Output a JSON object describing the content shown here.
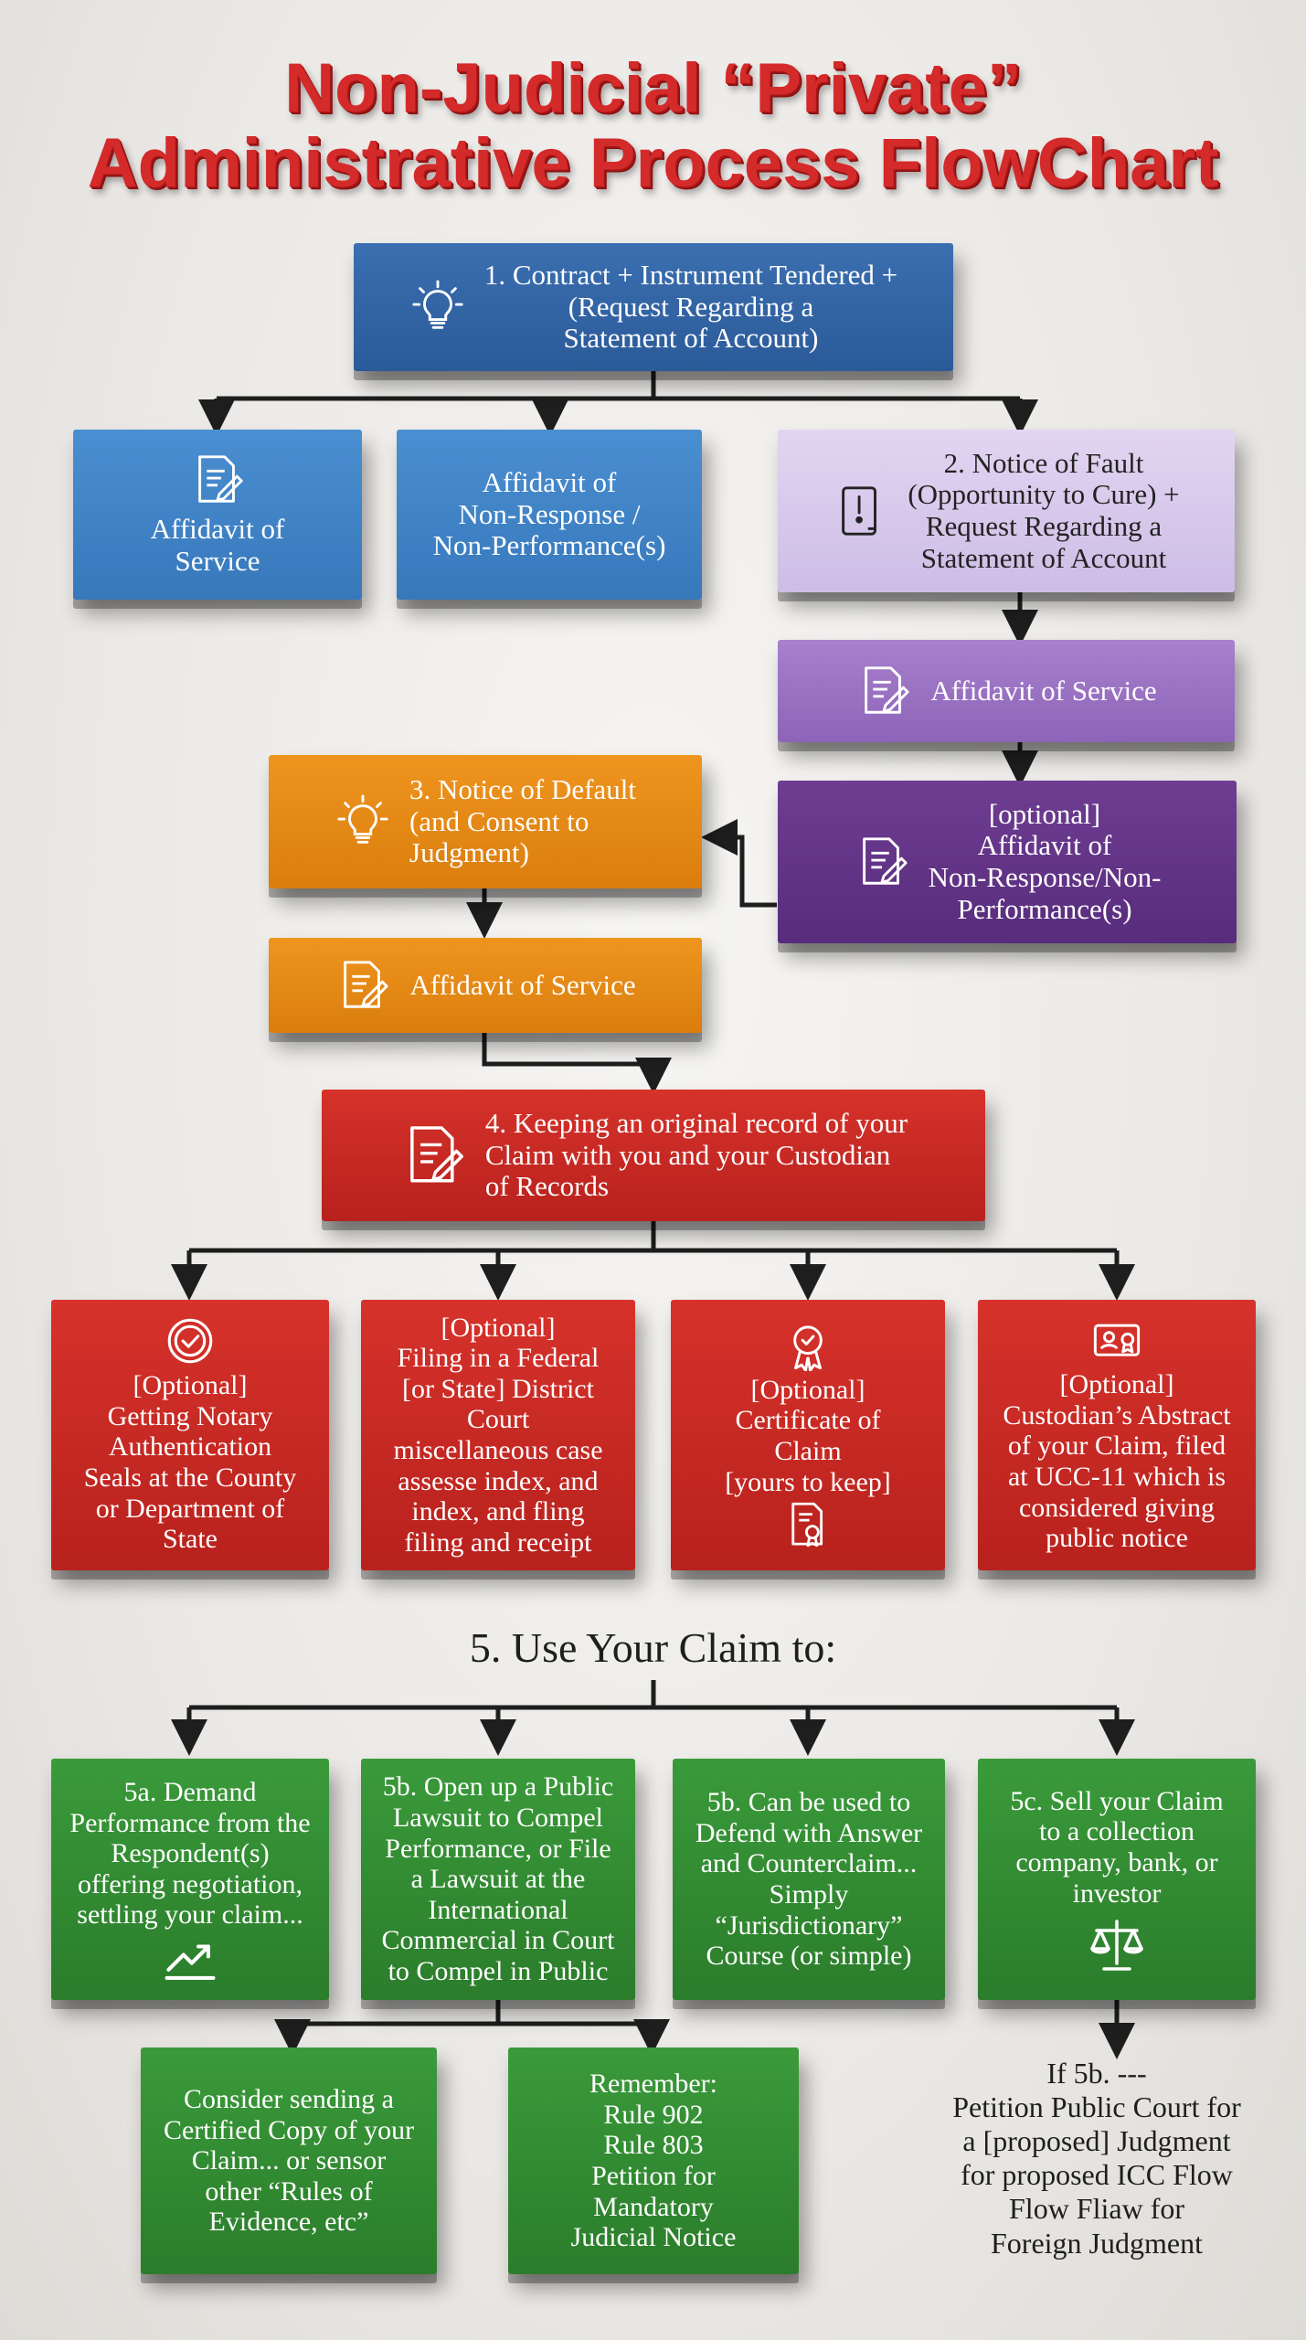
{
  "title": {
    "line1": "Non-Judicial “Private”",
    "line2": "Administrative Process FlowChart"
  },
  "colors": {
    "title_red": "#d42a2a",
    "step1_blue": "#3778bb",
    "step2_lavender": "#cdbde6",
    "affidavit_purple": "#8d64b8",
    "optional_purple": "#582c7c",
    "step3_orange": "#da7d0e",
    "step4_red": "#b8211d",
    "step5_green": "#2b7d2b",
    "connector": "#1e1e1e"
  },
  "step1": {
    "text": "1. Contract + Instrument Tendered +\n(Request Regarding a\nStatement of Account)",
    "icon": "lightbulb-icon"
  },
  "step1_branches": {
    "affidavit_service": {
      "text": "Affidavit of\nService",
      "icon": "document-pen-icon"
    },
    "affidavit_nonresponse": {
      "text": "Affidavit of\nNon-Response /\nNon-Performance(s)"
    }
  },
  "step2": {
    "text": "2. Notice of Fault\n(Opportunity to Cure) +\nRequest Regarding a\nStatement of Account",
    "icon": "alert-document-icon"
  },
  "step2_affidavit_service": {
    "text": "Affidavit of Service",
    "icon": "document-pen-icon"
  },
  "step2_optional": {
    "text": "[optional]\nAffidavit of\nNon-Response/Non-\nPerformance(s)",
    "icon": "document-pen-icon"
  },
  "step3": {
    "text": "3. Notice of Default\n(and Consent to\nJudgment)",
    "icon": "lightbulb-icon"
  },
  "step3_affidavit_service": {
    "text": "Affidavit of Service",
    "icon": "document-pen-icon"
  },
  "step4": {
    "text": "4. Keeping an original record of your\nClaim with you and your Custodian\nof Records",
    "icon": "document-pen-icon"
  },
  "step4_options": [
    {
      "text": "[Optional]\nGetting Notary\nAuthentication\nSeals at the County\nor Department of\nState",
      "icon": "seal-check-icon"
    },
    {
      "text": "[Optional]\nFiling in a Federal\n[or State] District\nCourt\nmiscellaneous case\nassesse index, and\nindex, and fling\nfiling and receipt"
    },
    {
      "text": "[Optional]\nCertificate of\nClaim\n[yours to keep]",
      "icon": "award-ribbon-icon",
      "icon2": "certificate-icon"
    },
    {
      "text": "[Optional]\nCustodian’s Abstract\nof your Claim, filed\nat UCC-11 which is\nconsidered giving\npublic notice",
      "icon": "id-card-icon"
    }
  ],
  "step5": {
    "label": "5. Use Your Claim to:",
    "options": [
      {
        "text": "5a. Demand\nPerformance from the\nRespondent(s)\noffering negotiation,\nsettling your claim...",
        "icon": "trend-up-icon"
      },
      {
        "text": "5b. Open up a Public\nLawsuit to Compel\nPerformance, or File\na Lawsuit at the\nInternational\nCommercial in Court\nto Compel in Public"
      },
      {
        "text": "5b. Can be used to\nDefend with Answer\nand Counterclaim...\nSimply\n“Jurisdictionary”\nCourse (or simple)"
      },
      {
        "text": "5c. Sell your Claim\nto a collection\ncompany, bank, or\ninvestor",
        "icon": "scales-icon"
      }
    ],
    "sub_options": [
      {
        "text": "Consider sending a\nCertified Copy of your\nClaim... or sensor\nother “Rules of\nEvidence, etc”"
      },
      {
        "text": "Remember:\nRule 902\nRule 803\nPetition for\nMandatory\nJudicial Notice"
      }
    ],
    "final_note": "If 5b. ---\nPetition Public Court for\na [proposed] Judgment\nfor proposed ICC Flow\nFlow Fliaw for\nForeign Judgment"
  }
}
